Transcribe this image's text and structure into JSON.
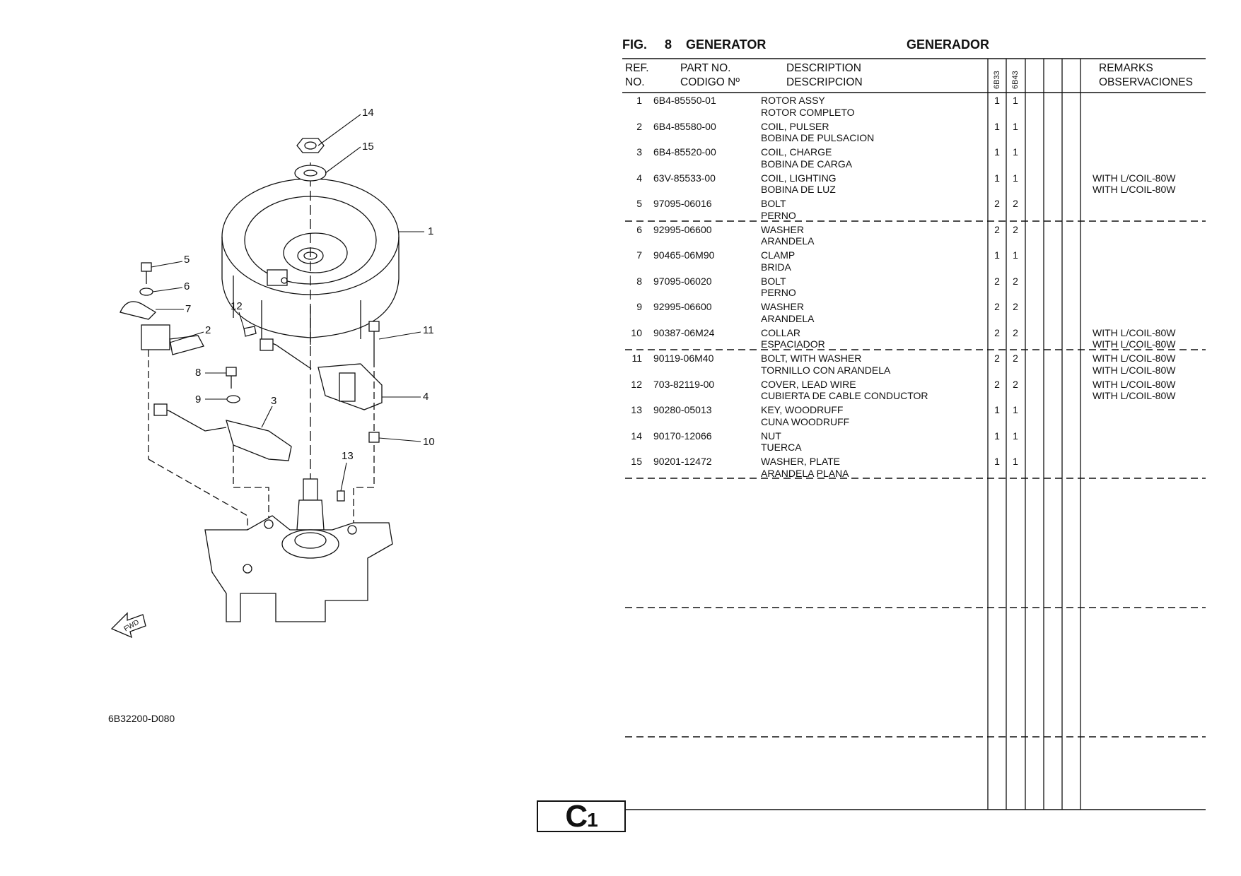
{
  "header": {
    "fig_label": "FIG.",
    "fig_number": "8",
    "title_en": "GENERATOR",
    "title_es": "GENERADOR"
  },
  "columns": {
    "ref_1": "REF.",
    "ref_2": "NO.",
    "part_1": "PART NO.",
    "part_2": "CODIGO Nº",
    "desc_1": "DESCRIPTION",
    "desc_2": "DESCRIPCION",
    "model_1": "6B33",
    "model_2": "6B43",
    "remarks_1": "REMARKS",
    "remarks_2": "OBSERVACIONES"
  },
  "parts": [
    {
      "ref": "1",
      "part_no": "6B4-85550-01",
      "desc_en": "ROTOR ASSY",
      "desc_es": "ROTOR COMPLETO",
      "q1": "1",
      "q2": "1",
      "remark1": "",
      "remark2": ""
    },
    {
      "ref": "2",
      "part_no": "6B4-85580-00",
      "desc_en": "COIL, PULSER",
      "desc_es": "BOBINA DE PULSACION",
      "q1": "1",
      "q2": "1",
      "remark1": "",
      "remark2": ""
    },
    {
      "ref": "3",
      "part_no": "6B4-85520-00",
      "desc_en": "COIL, CHARGE",
      "desc_es": "BOBINA  DE CARGA",
      "q1": "1",
      "q2": "1",
      "remark1": "",
      "remark2": ""
    },
    {
      "ref": "4",
      "part_no": "63V-85533-00",
      "desc_en": "COIL, LIGHTING",
      "desc_es": "BOBINA DE LUZ",
      "q1": "1",
      "q2": "1",
      "remark1": "WITH L/COIL-80W",
      "remark2": "WITH L/COIL-80W"
    },
    {
      "ref": "5",
      "part_no": "97095-06016",
      "desc_en": "BOLT",
      "desc_es": "PERNO",
      "q1": "2",
      "q2": "2",
      "remark1": "",
      "remark2": ""
    },
    {
      "ref": "6",
      "part_no": "92995-06600",
      "desc_en": "WASHER",
      "desc_es": "ARANDELA",
      "q1": "2",
      "q2": "2",
      "remark1": "",
      "remark2": ""
    },
    {
      "ref": "7",
      "part_no": "90465-06M90",
      "desc_en": "CLAMP",
      "desc_es": "BRIDA",
      "q1": "1",
      "q2": "1",
      "remark1": "",
      "remark2": ""
    },
    {
      "ref": "8",
      "part_no": "97095-06020",
      "desc_en": "BOLT",
      "desc_es": "PERNO",
      "q1": "2",
      "q2": "2",
      "remark1": "",
      "remark2": ""
    },
    {
      "ref": "9",
      "part_no": "92995-06600",
      "desc_en": "WASHER",
      "desc_es": "ARANDELA",
      "q1": "2",
      "q2": "2",
      "remark1": "",
      "remark2": ""
    },
    {
      "ref": "10",
      "part_no": "90387-06M24",
      "desc_en": "COLLAR",
      "desc_es": "ESPACIADOR",
      "q1": "2",
      "q2": "2",
      "remark1": "WITH L/COIL-80W",
      "remark2": "WITH L/COIL-80W"
    },
    {
      "ref": "11",
      "part_no": "90119-06M40",
      "desc_en": "BOLT, WITH WASHER",
      "desc_es": "TORNILLO CON ARANDELA",
      "q1": "2",
      "q2": "2",
      "remark1": "WITH L/COIL-80W",
      "remark2": "WITH L/COIL-80W"
    },
    {
      "ref": "12",
      "part_no": "703-82119-00",
      "desc_en": "COVER, LEAD WIRE",
      "desc_es": "CUBIERTA DE CABLE CONDUCTOR",
      "q1": "2",
      "q2": "2",
      "remark1": "WITH L/COIL-80W",
      "remark2": "WITH L/COIL-80W"
    },
    {
      "ref": "13",
      "part_no": "90280-05013",
      "desc_en": "KEY, WOODRUFF",
      "desc_es": "CUNA WOODRUFF",
      "q1": "1",
      "q2": "1",
      "remark1": "",
      "remark2": ""
    },
    {
      "ref": "14",
      "part_no": "90170-12066",
      "desc_en": "NUT",
      "desc_es": "TUERCA",
      "q1": "1",
      "q2": "1",
      "remark1": "",
      "remark2": ""
    },
    {
      "ref": "15",
      "part_no": "90201-12472",
      "desc_en": "WASHER, PLATE",
      "desc_es": "ARANDELA PLANA",
      "q1": "1",
      "q2": "1",
      "remark1": "",
      "remark2": ""
    }
  ],
  "diagram": {
    "code": "6B32200-D080",
    "fwd": "FWD",
    "callouts": [
      "1",
      "2",
      "3",
      "4",
      "5",
      "6",
      "7",
      "8",
      "9",
      "10",
      "11",
      "12",
      "13",
      "14",
      "15"
    ]
  },
  "footer": {
    "section_big": "C",
    "section_small": "1"
  }
}
